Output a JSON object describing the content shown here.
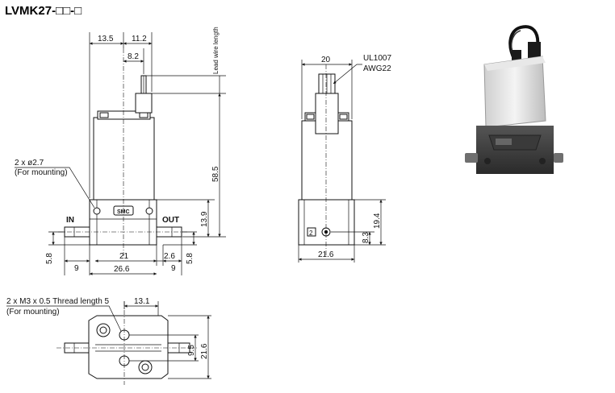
{
  "title": "LVMK27-□□-□",
  "front_view": {
    "dim_top_left": "13.5",
    "dim_top_right": "11.2",
    "dim_wire_offset": "8.2",
    "lead_wire_label": "Lead wire length",
    "dim_height_total": "58.5",
    "dim_base_height": "13.9",
    "mounting_hole_label": "2 x ø2.7",
    "mounting_hole_note": "(For mounting)",
    "port_in_label": "IN",
    "port_out_label": "OUT",
    "dim_port_height_left": "5.8",
    "dim_port_height_right": "5.8",
    "dim_left_port": "9",
    "dim_base_width": "21",
    "dim_right_offset": "2.6",
    "dim_right_port": "9",
    "dim_overall_width": "26.6"
  },
  "side_view": {
    "dim_width_top": "20",
    "wire_spec_line1": "UL1007",
    "wire_spec_line2": "AWG22",
    "dim_height": "19.4",
    "dim_port_center": "8.3",
    "dim_width_bottom": "21.6",
    "port_number": "2"
  },
  "bottom_view": {
    "thread_label": "2 x M3 x 0.5 Thread length 5",
    "thread_note": "(For mounting)",
    "dim_top": "13.1",
    "dim_side_inner": "9.5",
    "dim_side_outer": "21.6"
  }
}
